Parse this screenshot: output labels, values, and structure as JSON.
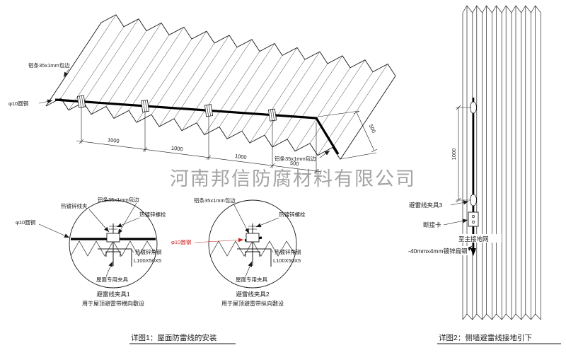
{
  "watermark": "河南邦信防腐材料有限公司",
  "colors": {
    "line": "#1a1a1a",
    "red": "#cc2222",
    "watermark": "#8e8e8e"
  },
  "roof": {
    "label_edge_strip_top": "铝条35x1mm包边",
    "label_edge_strip_right": "铝条35x1mm包边",
    "label_round_steel": "φ10圆钢",
    "dims": [
      "1000",
      "1000",
      "1000",
      "500"
    ],
    "dim_side": "500"
  },
  "detail1": {
    "label_wire_clamp": "热镀锌线夹",
    "label_edge_strip": "铝条35x1mm包边",
    "label_bolt": "热镀锌螺栓",
    "label_round_steel": "φ10圆钢",
    "label_angle_steel": "热镀锌角钢",
    "label_angle_spec": "L100X50X5",
    "label_roof_clamp": "屋面专用夹具",
    "caption_title": "避雷线夹具1",
    "caption_sub": "用于屋顶避雷带横向敷设"
  },
  "detail2": {
    "label_edge_strip": "铝条35x1mm包边",
    "label_bolt": "热镀锌螺栓",
    "label_round_steel": "φ10圆钢",
    "label_angle_steel": "热镀锌角钢",
    "label_angle_spec": "L100X50X5",
    "label_roof_clamp": "屋面专用夹具",
    "caption_title": "避雷线夹具2",
    "caption_sub": "用于屋顶避雷带纵向敷设"
  },
  "figure1_caption": "详图1：屋面防雷线的安装",
  "wall": {
    "dim": "1000",
    "label_clamp3": "避雷线夹具3",
    "label_disconnect": "断接卡",
    "label_to_ground": "至主接地网",
    "label_flat_steel": "-40mmx4mm镀锌扁钢"
  },
  "figure2_caption": "详图2：侧墙避雷线接地引下"
}
